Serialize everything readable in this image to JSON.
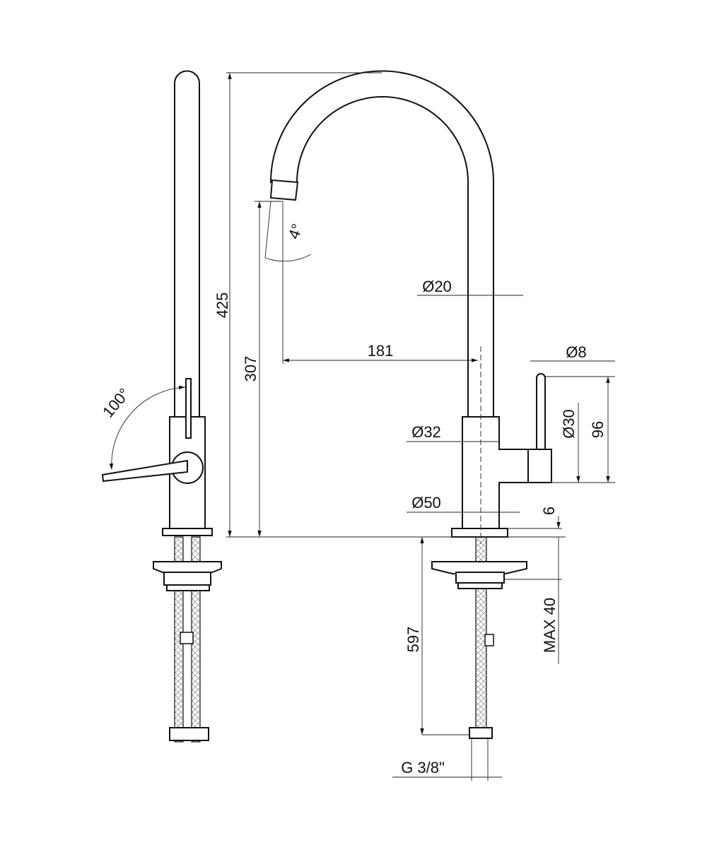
{
  "title": "Kitchen mixer technical drawing",
  "dimensions": {
    "total_height": "425",
    "spout_height": "307",
    "spout_reach": "181",
    "spout_angle": "4°",
    "lever_rotation": "100°",
    "tube_diameter": "Ø20",
    "lever_diameter": "Ø8",
    "body_diameter": "Ø32",
    "handle_diameter": "Ø30",
    "lever_height": "96",
    "base_diameter": "Ø50",
    "base_thickness": "6",
    "max_counter_thickness": "MAX 40",
    "hose_length": "597",
    "connection": "G 3/8\""
  }
}
